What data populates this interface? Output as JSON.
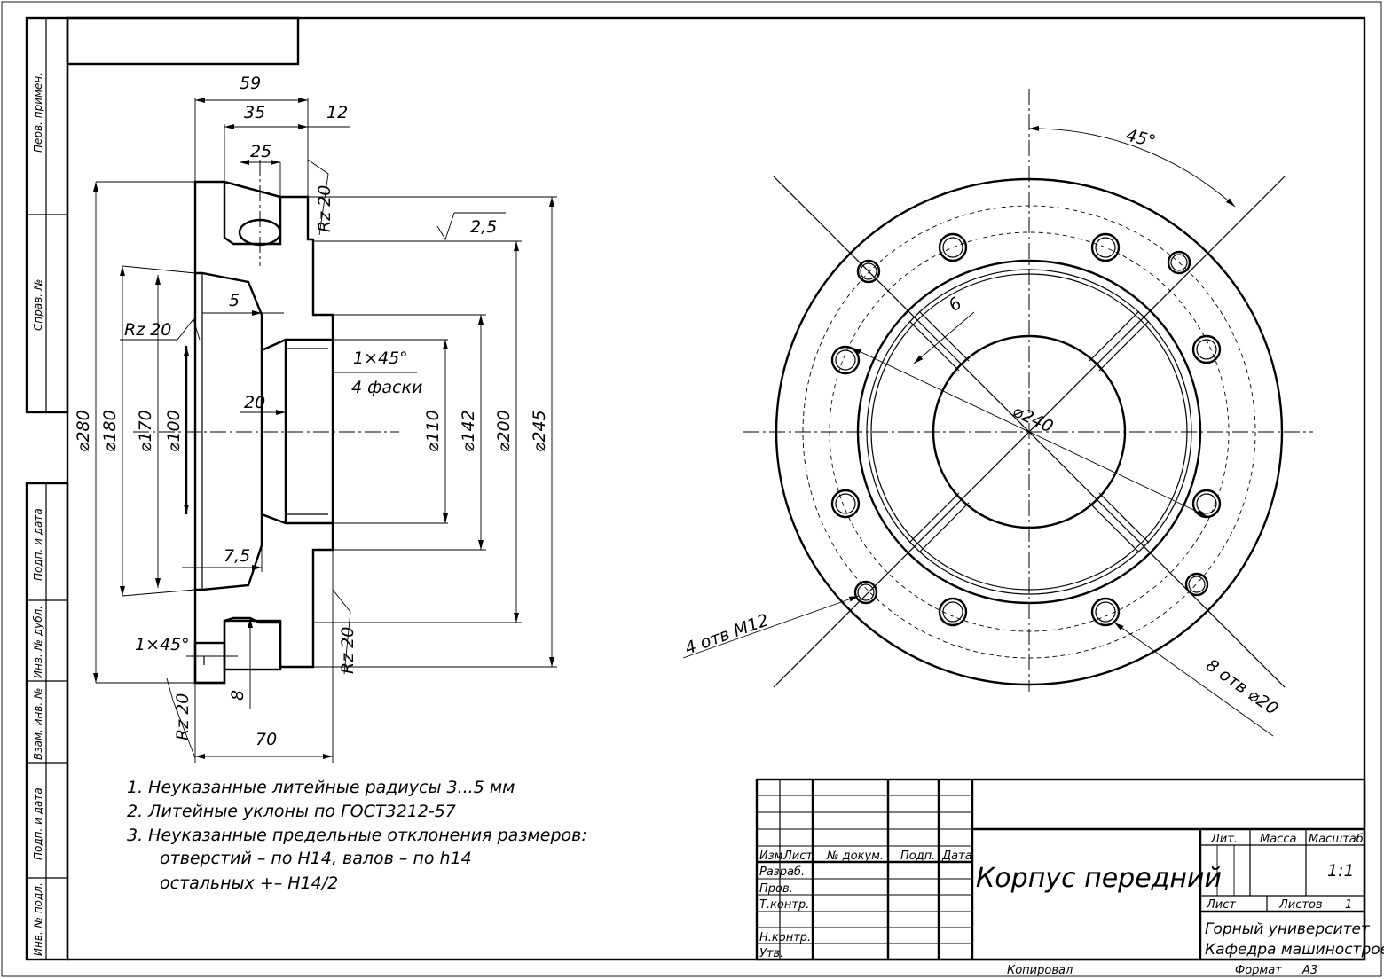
{
  "frame_side_labels": [
    "Перв. примен.",
    "Справ. №",
    "Подп. и дата",
    "Инв. № дубл.",
    "Взам. инв. №",
    "Подп. и дата",
    "Инв. № подл."
  ],
  "section_dims": {
    "d59": "59",
    "d35": "35",
    "d25": "25",
    "d12": "12",
    "rz_top": "Rz 20",
    "roughness": "2,5",
    "d5": "5",
    "rz_left": "Rz 20",
    "chamfer": "1×45°",
    "chamfer_note": "4 фаски",
    "d20": "20",
    "d280": "⌀280",
    "d180": "⌀180",
    "d170": "⌀170",
    "d100": "⌀100",
    "d110": "⌀110",
    "d142": "⌀142",
    "d200": "⌀200",
    "d245": "⌀245",
    "d7_5": "7,5",
    "chamfer2": "1×45°",
    "rz_bottom_right": "Rz 20",
    "d8": "8",
    "rz_bottom_left": "Rz 20",
    "d70": "70"
  },
  "view_dims": {
    "angle": "45°",
    "d6": "6",
    "d240": "⌀240",
    "holes_m12": "4 отв M12",
    "holes_20": "8 отв ⌀20"
  },
  "notes": [
    "1. Неуказанные литейные радиусы 3...5 мм",
    "2. Литейные уклоны по ГОСТ3212-57",
    "3. Неуказанные предельные отклонения размеров:",
    "отверстий – по Н14, валов – по h14",
    "остальных +– Н14/2"
  ],
  "title_block": {
    "col_izm": "Изм.",
    "col_list": "Лист",
    "col_doc": "№ докум.",
    "col_podp": "Подп.",
    "col_date": "Дата",
    "row_razrab": "Разраб.",
    "row_prov": "Пров.",
    "row_tkontr": "Т.контр.",
    "row_nkontr": "Н.контр.",
    "row_utv": "Утв.",
    "name": "Корпус передний",
    "lit": "Лит.",
    "massa": "Масса",
    "masshtab": "Масштаб",
    "scale": "1:1",
    "sheet": "Лист",
    "sheets": "Листов",
    "sheets_num": "1",
    "org1": "Горный университет",
    "org2": "Кафедра машиностроения",
    "copied": "Копировал",
    "format": "Формат",
    "format_val": "А3"
  }
}
